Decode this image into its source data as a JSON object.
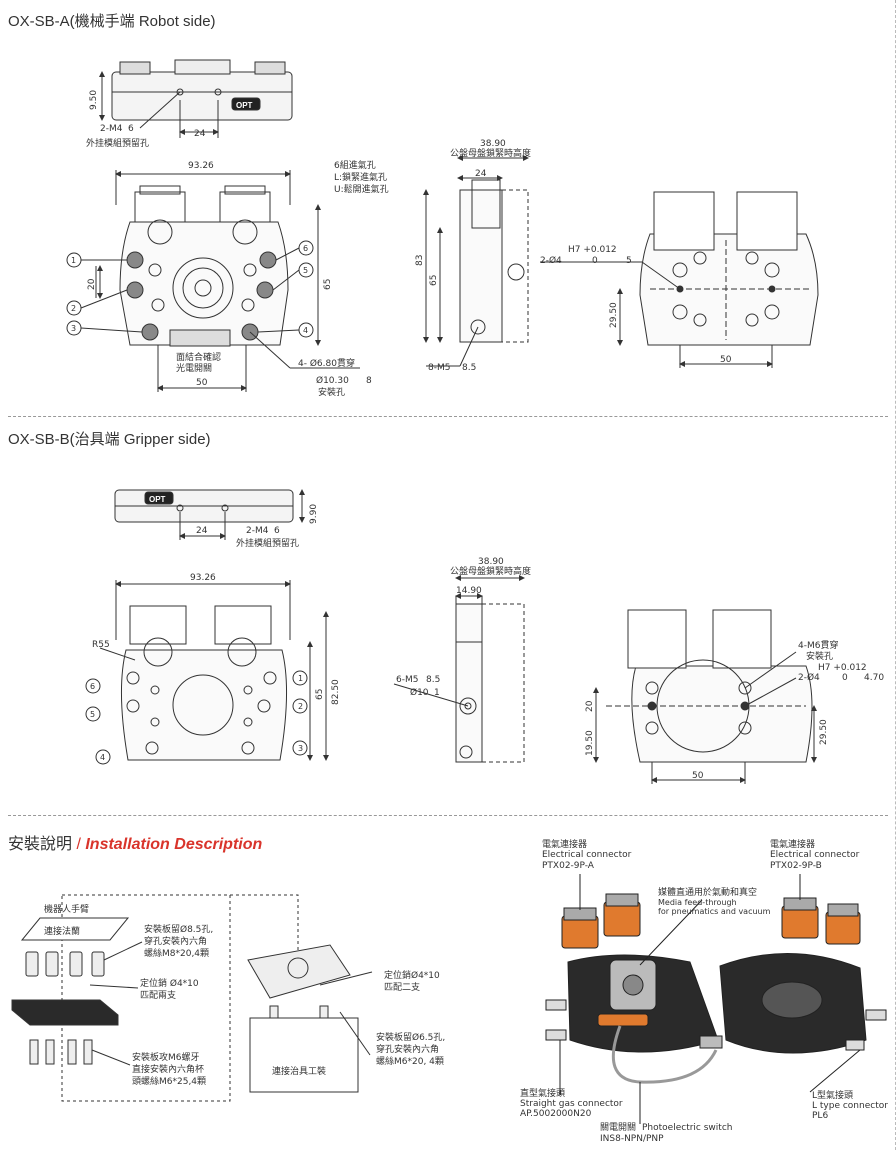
{
  "sections": {
    "robot_title": "OX-SB-A(機械手端 Robot side)",
    "gripper_title": "OX-SB-B(治具端 Gripper side)",
    "install_title_zh": "安裝說明",
    "install_slash": " / ",
    "install_title_en": "Installation Description"
  },
  "robot": {
    "top_view": {
      "height": "9.50",
      "thread": "2-M4",
      "depth": "6",
      "note": "外挂模組預留孔",
      "width": "24",
      "logo": "OPT"
    },
    "front_view": {
      "width": "93.26",
      "air_note_1": "6組進氣孔",
      "air_note_2": "L:鎖緊進氣孔",
      "air_note_3": "U:鬆開進氣孔",
      "dim_20": "20",
      "height": "65",
      "sensor_note_1": "面結合確認",
      "sensor_note_2": "光電開關",
      "dim_50": "50",
      "hole_note": "4- Ø6.80貫穿",
      "cbore_note": "Ø10.30",
      "cbore_depth": "8",
      "mount_note": "安裝孔",
      "ports": [
        "1",
        "2",
        "3",
        "4",
        "5",
        "6"
      ]
    },
    "side_view": {
      "total": "38.90",
      "total_note": "公盤母盤鎖緊時高度",
      "dim_24": "24",
      "height_83": "83",
      "height_65": "65",
      "thread": "8-M5",
      "depth": "8.5"
    },
    "back_view": {
      "tolerance": "H7 +0.012",
      "tol_zero": "0",
      "pin": "2-Ø4",
      "depth": "5",
      "dim_2950": "29.50",
      "dim_50": "50"
    }
  },
  "gripper": {
    "top_view": {
      "width": "24",
      "thread": "2-M4",
      "depth": "6",
      "note": "外挂模組預留孔",
      "height": "9.90",
      "logo": "OPT"
    },
    "front_view": {
      "width": "93.26",
      "radius": "R55",
      "height_8250": "82.50",
      "height_65": "65",
      "ports": [
        "1",
        "2",
        "3",
        "4",
        "5",
        "6"
      ]
    },
    "side_view": {
      "total": "38.90",
      "total_note": "公盤母盤鎖緊時高度",
      "dim_1490": "14.90",
      "thread": "6-M5",
      "depth": "8.5",
      "cbore": "Ø10",
      "cbore_depth": "1"
    },
    "back_view": {
      "hole_note": "4-M6貫穿",
      "mount_note": "安裝孔",
      "tolerance": "H7 +0.012",
      "tol_zero": "0",
      "pin": "2-Ø4",
      "depth": "4.70",
      "dim_20": "20",
      "dim_1950": "19.50",
      "dim_2950": "29.50",
      "dim_50": "50"
    }
  },
  "install": {
    "robot_arm": "機器人手臂",
    "flange": "連接法蘭",
    "bolt_note_1": "安裝板留Ø8.5孔,",
    "bolt_note_2": "穿孔安裝內六角",
    "bolt_note_3": "螺絲M8*20,4顆",
    "pin_note_1": "定位銷 Ø4*10",
    "pin_note_2": "匹配兩支",
    "screw_note_1": "安裝板攻M6螺牙",
    "screw_note_2": "直接安裝內六角杯",
    "screw_note_3": "頭螺絲M6*25,4顆",
    "pin2_note_1": "定位銷Ø4*10",
    "pin2_note_2": "匹配二支",
    "bolt2_note_1": "安裝板留Ø6.5孔,",
    "bolt2_note_2": "穿孔安裝內六角",
    "bolt2_note_3": "螺絲M6*20, 4顆",
    "fixture": "連接治具工裝"
  },
  "photo": {
    "conn_a_zh": "電氣連接器",
    "conn_a_en": "Electrical connector",
    "conn_a_model": "PTX02-9P-A",
    "conn_b_zh": "電氣連接器",
    "conn_b_en": "Electrical connector",
    "conn_b_model": "PTX02-9P-B",
    "media_zh": "媒體直通用於氣動和真空",
    "media_en_1": "Media feed-through",
    "media_en_2": "for pneumatics and vacuum",
    "straight_zh": "直型氣接頭",
    "straight_en": "Straight gas connector",
    "straight_model": "AP.5002000N20",
    "switch_zh": "關電開關",
    "switch_en": "Photoelectric switch",
    "switch_model": "INS8-NPN/PNP",
    "ltype_zh": "L型氣接頭",
    "ltype_en": "L type connector",
    "ltype_model": "PL6"
  },
  "colors": {
    "accent": "#d9342b",
    "line": "#333333",
    "connector_orange": "#e07a2e",
    "body_dark": "#2a2a2a"
  }
}
